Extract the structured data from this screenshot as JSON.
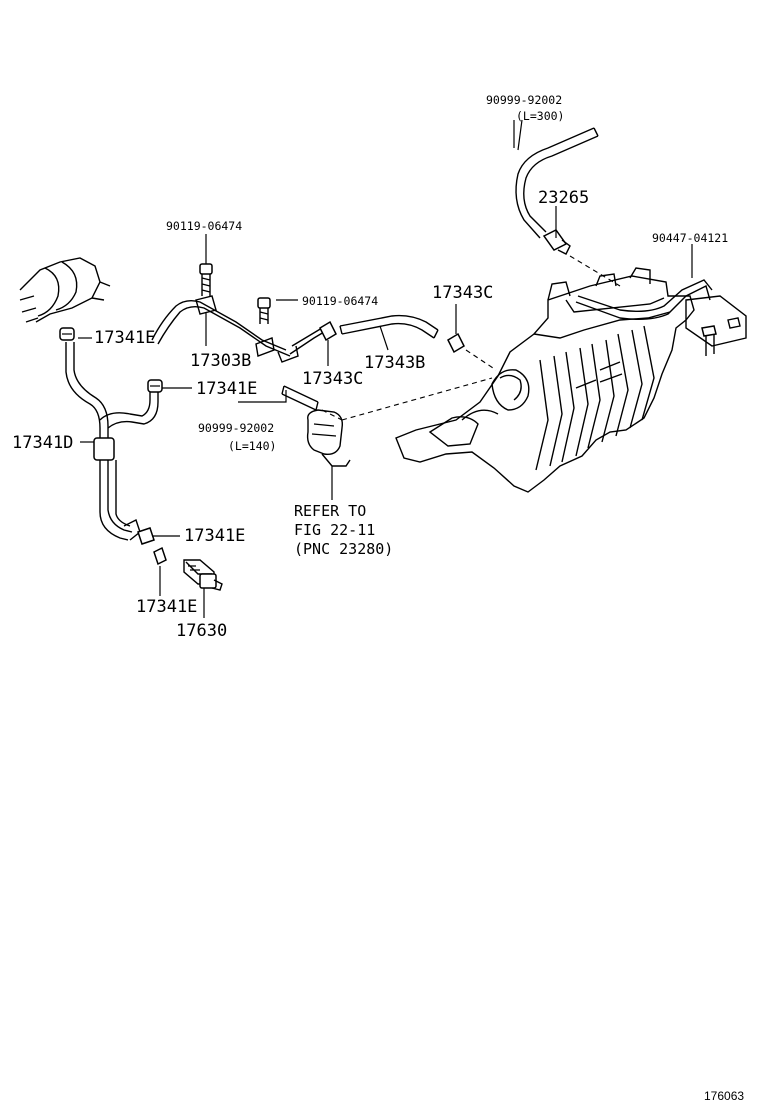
{
  "labels": {
    "hose_90999_top": "90999-92002",
    "hose_len_top": "(L=300)",
    "valve_23265": "23265",
    "hose_90447": "90447-04121",
    "bolt_90119_a": "90119-06474",
    "bolt_90119_b": "90119-06474",
    "clamp_17343c_a": "17343C",
    "clamp_17343c_b": "17343C",
    "clamp_17341e_1": "17341E",
    "clamp_17341e_2": "17341E",
    "clamp_17341e_3": "17341E",
    "clamp_17341e_4": "17341E",
    "pipe_17303b": "17303B",
    "hose_17343b": "17343B",
    "hose_17341d": "17341D",
    "hose_90999_mid": "90999-92002",
    "hose_len_mid": "(L=140)",
    "vsv_17630": "17630"
  },
  "reference": {
    "line1": "REFER TO",
    "line2": "FIG 22-11",
    "line3": "(PNC 23280)"
  },
  "diagram_code": "176063"
}
